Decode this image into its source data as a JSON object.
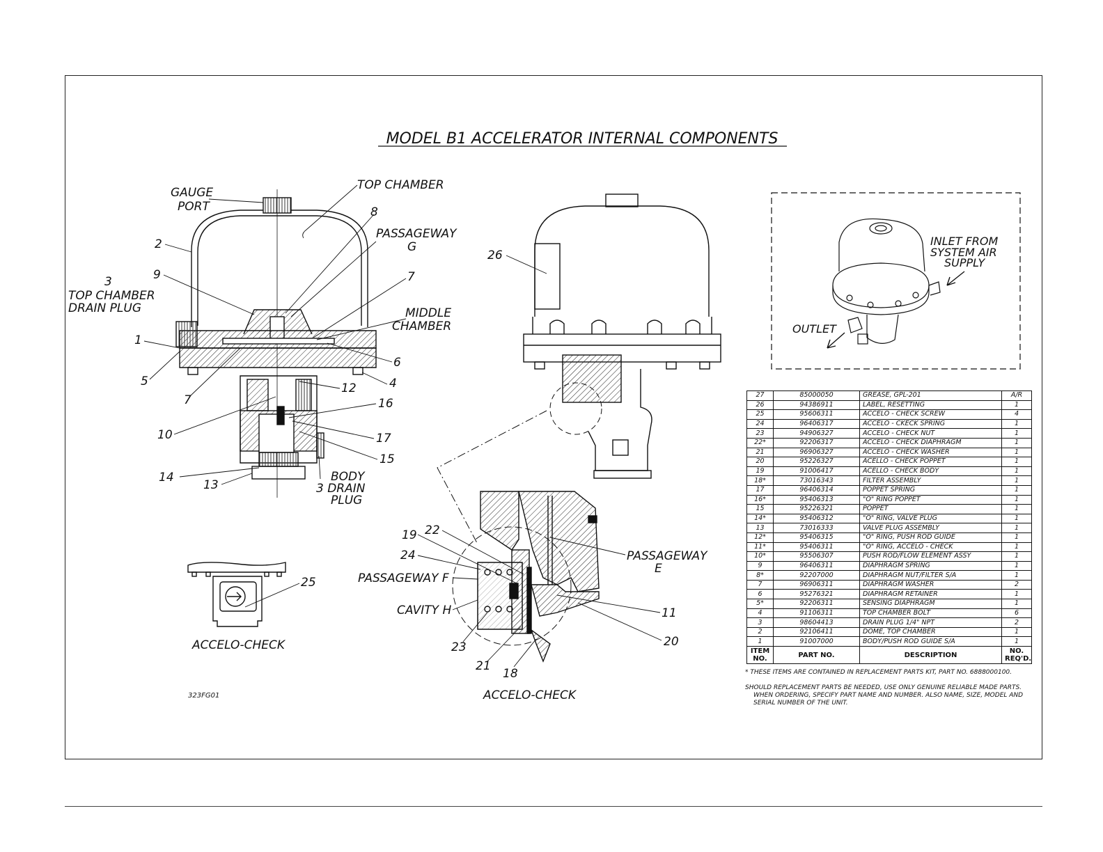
{
  "title": "MODEL B1 ACCELERATOR INTERNAL COMPONENTS",
  "drawing_no": "323FG01",
  "callouts": {
    "gauge_port": [
      "GAUGE",
      "PORT"
    ],
    "top_chamber": "TOP CHAMBER",
    "passageway_g": [
      "PASSAGEWAY",
      "G"
    ],
    "middle_chamber": [
      "MIDDLE",
      "CHAMBER"
    ],
    "top_chamber_drain_plug": [
      "3",
      "TOP CHAMBER",
      "DRAIN PLUG"
    ],
    "body_drain_plug": [
      "BODY",
      "3 DRAIN",
      "PLUG"
    ],
    "passageway_e": [
      "PASSAGEWAY",
      "E"
    ],
    "passageway_f": "PASSAGEWAY F",
    "cavity_h": "CAVITY H",
    "inlet": [
      "INLET FROM",
      "SYSTEM AIR",
      "SUPPLY"
    ],
    "outlet": "OUTLET",
    "numbers_main": [
      "2",
      "9",
      "1",
      "5",
      "7",
      "8",
      "7",
      "6",
      "4",
      "12",
      "16",
      "10",
      "17",
      "15",
      "14",
      "13"
    ],
    "numbers_check": [
      "26",
      "19",
      "22",
      "24",
      "23",
      "21",
      "18",
      "11",
      "20",
      "25"
    ]
  },
  "captions": {
    "accelo_check_small": "ACCELO-CHECK",
    "accelo_check_detail": "ACCELO-CHECK"
  },
  "parts_table": {
    "headers": {
      "item": [
        "ITEM",
        "NO."
      ],
      "part": "PART NO.",
      "desc": "DESCRIPTION",
      "qty": [
        "NO.",
        "REQ'D."
      ]
    },
    "rows": [
      {
        "item": "27",
        "part": "85000050",
        "desc": "GREASE, GPL-201",
        "qty": "A/R"
      },
      {
        "item": "26",
        "part": "94386911",
        "desc": "LABEL, RESETTING",
        "qty": "1"
      },
      {
        "item": "25",
        "part": "95606311",
        "desc": "ACCELO - CHECK SCREW",
        "qty": "4"
      },
      {
        "item": "24",
        "part": "96406317",
        "desc": "ACCELO - CKECK SPRING",
        "qty": "1"
      },
      {
        "item": "23",
        "part": "94906327",
        "desc": "ACCELO - CHECK NUT",
        "qty": "1"
      },
      {
        "item": "22*",
        "part": "92206317",
        "desc": "ACCELO - CHECK DIAPHRAGM",
        "qty": "1"
      },
      {
        "item": "21",
        "part": "96906327",
        "desc": "ACCELO - CHECK WASHER",
        "qty": "1"
      },
      {
        "item": "20",
        "part": "95226327",
        "desc": "ACELLO - CHECK POPPET",
        "qty": "1"
      },
      {
        "item": "19",
        "part": "91006417",
        "desc": "ACELLO - CHECK BODY",
        "qty": "1"
      },
      {
        "item": "18*",
        "part": "73016343",
        "desc": "FILTER ASSEMBLY",
        "qty": "1"
      },
      {
        "item": "17",
        "part": "96406314",
        "desc": "POPPET SPRING",
        "qty": "1"
      },
      {
        "item": "16*",
        "part": "95406313",
        "desc": "\"O\" RING POPPET",
        "qty": "1"
      },
      {
        "item": "15",
        "part": "95226321",
        "desc": "POPPET",
        "qty": "1"
      },
      {
        "item": "14*",
        "part": "95406312",
        "desc": "\"O\" RING, VALVE PLUG",
        "qty": "1"
      },
      {
        "item": "13",
        "part": "73016333",
        "desc": "VALVE PLUG ASSEMBLY",
        "qty": "1"
      },
      {
        "item": "12*",
        "part": "95406315",
        "desc": "\"O\" RING, PUSH ROD GUIDE",
        "qty": "1"
      },
      {
        "item": "11*",
        "part": "95406311",
        "desc": "\"O\" RING, ACCELO - CHECK",
        "qty": "1"
      },
      {
        "item": "10*",
        "part": "95506307",
        "desc": "PUSH ROD/FLOW ELEMENT ASSY",
        "qty": "1"
      },
      {
        "item": "9",
        "part": "96406311",
        "desc": "DIAPHRAGM SPRING",
        "qty": "1"
      },
      {
        "item": "8*",
        "part": "92207000",
        "desc": "DIAPHRAGM NUT/FILTER S/A",
        "qty": "1"
      },
      {
        "item": "7",
        "part": "96906311",
        "desc": "DIAPHRAGM WASHER",
        "qty": "2"
      },
      {
        "item": "6",
        "part": "95276321",
        "desc": "DIAPHRAGM RETAINER",
        "qty": "1"
      },
      {
        "item": "5*",
        "part": "92206311",
        "desc": "SENSING DIAPHRAGM",
        "qty": "1"
      },
      {
        "item": "4",
        "part": "91106311",
        "desc": "TOP CHAMBER BOLT",
        "qty": "6"
      },
      {
        "item": "3",
        "part": "98604413",
        "desc": "DRAIN PLUG 1/4\" NPT",
        "qty": "2"
      },
      {
        "item": "2",
        "part": "92106411",
        "desc": "DOME, TOP CHAMBER",
        "qty": "1"
      },
      {
        "item": "1",
        "part": "91007000",
        "desc": "BODY/PUSH ROD GUIDE S/A",
        "qty": "1"
      }
    ]
  },
  "notes": {
    "kit": "* THESE ITEMS ARE CONTAINED IN REPLACEMENT PARTS KIT, PART NO. 6888000100.",
    "replacement": [
      "SHOULD REPLACEMENT PARTS BE NEEDED, USE ONLY GENUINE RELIABLE MADE PARTS.",
      "WHEN ORDERING, SPECIFY PART NAME AND NUMBER. ALSO NAME, SIZE, MODEL AND",
      "SERIAL NUMBER OF THE UNIT."
    ]
  }
}
